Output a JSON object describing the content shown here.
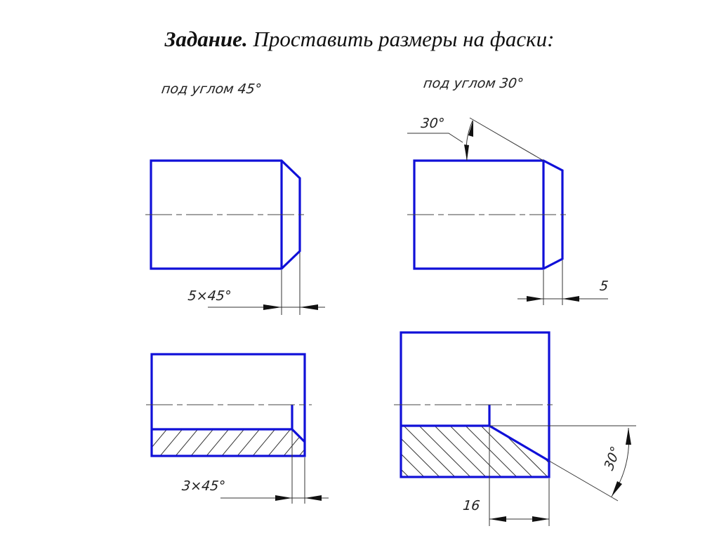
{
  "title": {
    "lead": "Задание.",
    "text": " Проставить размеры на фаски:"
  },
  "captions": {
    "left": "под углом 45°",
    "right": "под углом 30°"
  },
  "dimensions": {
    "top_left": "5×45°",
    "top_right_angle": "30°",
    "top_right_length": "5",
    "bottom_left": "3×45°",
    "bottom_right_length": "16",
    "bottom_right_angle": "30°"
  },
  "colors": {
    "outline": "#1010d8",
    "thin_lines": "#333333"
  }
}
